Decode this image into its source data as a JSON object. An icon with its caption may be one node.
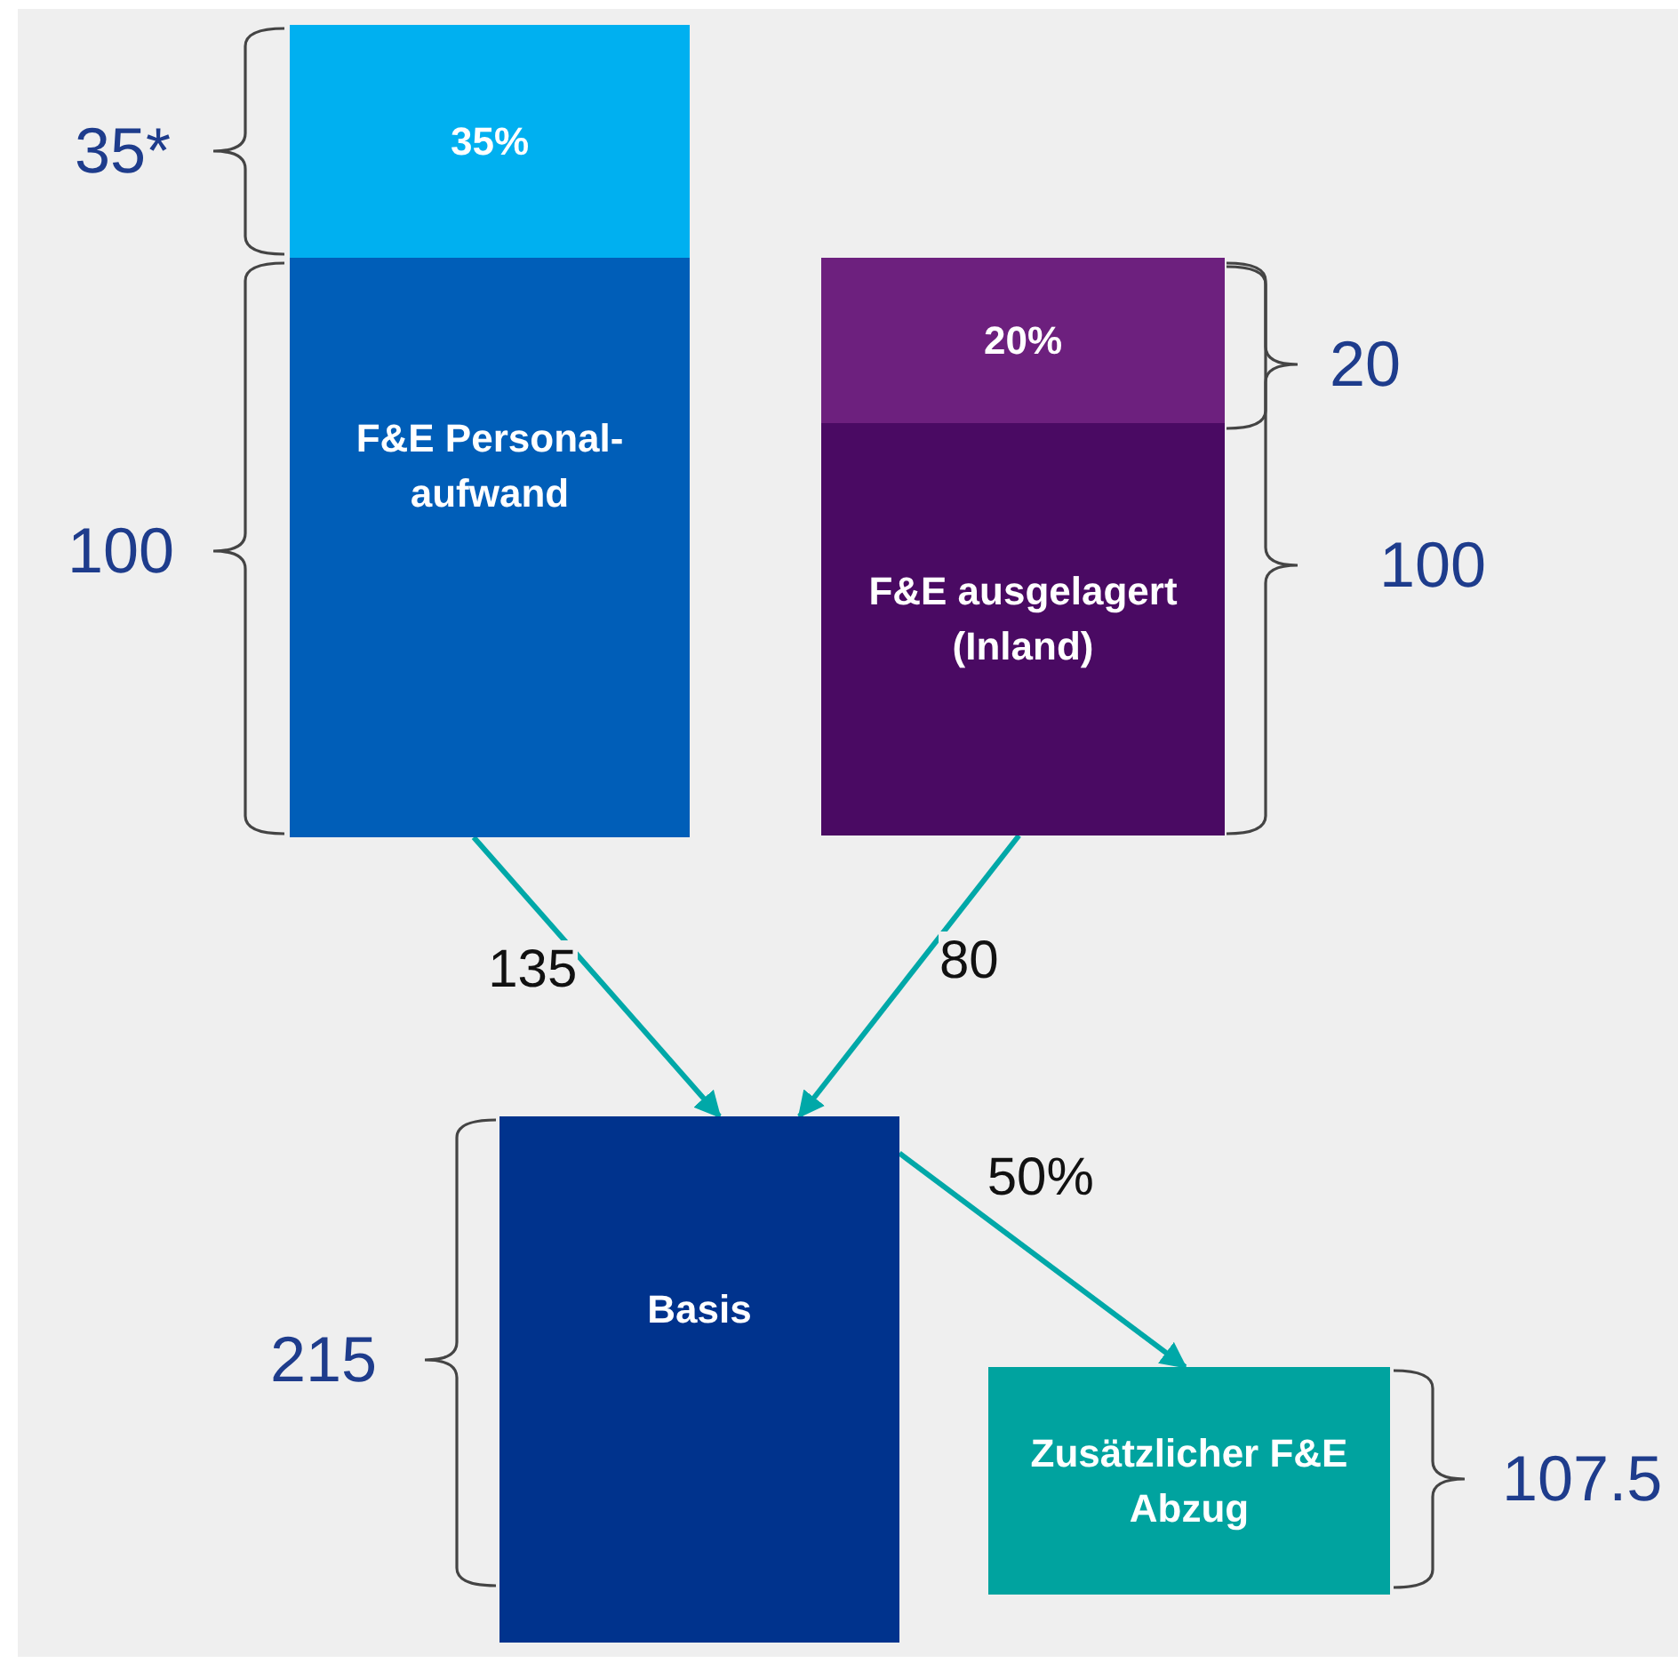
{
  "diagram": {
    "nodes": [
      {
        "text": [
          "35%"
        ]
      },
      {
        "text": [
          "F&E Personal- aufwand"
        ]
      },
      {
        "text": [
          "20%"
        ]
      },
      {
        "text": [
          "F&E ausgelagert (Inland)"
        ]
      },
      {
        "text": [
          "Basis"
        ]
      },
      {
        "text": [
          "Zusätzlicher F&E Abzug"
        ]
      }
    ],
    "edges": [
      {
        "from": 1,
        "to": 4,
        "arrow": "to",
        "label": "135"
      },
      {
        "from": 3,
        "to": 4,
        "arrow": "to",
        "label": "80"
      },
      {
        "from": 4,
        "to": 5,
        "arrow": "to",
        "label": "50%"
      }
    ],
    "labels": [
      "35*",
      "100",
      "20",
      "100",
      "215",
      "107.5"
    ]
  }
}
